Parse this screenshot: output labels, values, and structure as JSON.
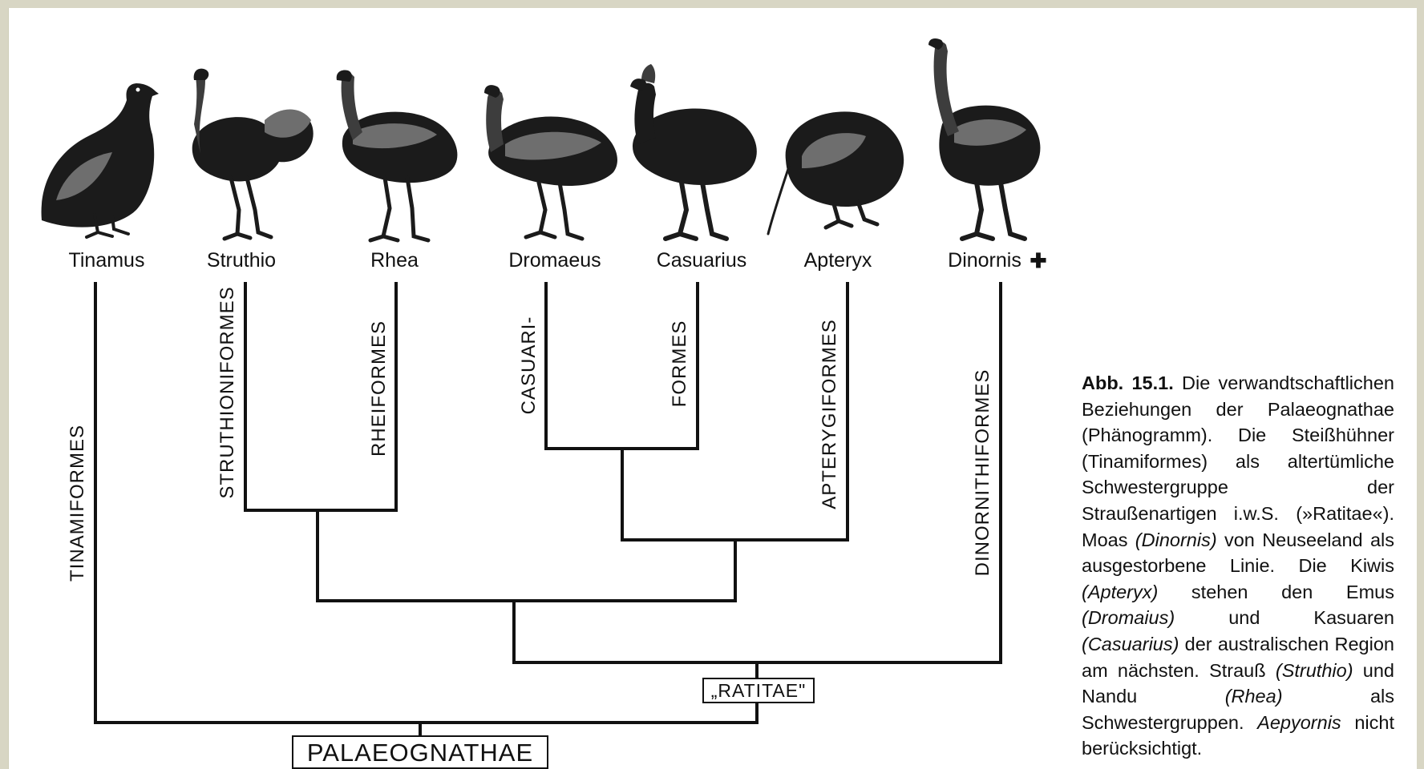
{
  "taxa": {
    "tinamus": "Tinamus",
    "struthio": "Struthio",
    "rhea": "Rhea",
    "dromaeus": "Dromaeus",
    "casuarius": "Casuarius",
    "apteryx": "Apteryx",
    "dinornis": "Dinornis",
    "extinct_mark": "✚"
  },
  "orders": {
    "tinamiformes": "TINAMIFORMES",
    "struthioniformes": "STRUTHIONIFORMES",
    "rheiformes": "RHEIFORMES",
    "casuari_part1": "CASUARI-",
    "casuari_part2": "FORMES",
    "apterygiformes": "APTERYGIFORMES",
    "dinornithiformes": "DINORNITHIFORMES"
  },
  "clades": {
    "ratitae": "„RATITAE\"",
    "palaeognathae": "PALAEOGNATHAE"
  },
  "caption": {
    "label": "Abb. 15.1.",
    "t1": " Die verwandtschaftlichen Beziehungen der Palaeognathae (Phänogramm). Die Steißhühner (Tinamiformes) als altertümliche Schwestergruppe der Straußenartigen i.w.S. (»Ratitae«). Moas ",
    "i1": "(Dinornis)",
    "t2": " von Neuseeland als ausgestorbene Linie. Die Kiwis ",
    "i2": "(Apteryx)",
    "t3": " stehen den Emus ",
    "i3": "(Dromaius)",
    "t4": " und Kasuaren ",
    "i4": "(Casuarius)",
    "t5": " der australischen Region am nächsten. Strauß ",
    "i5": "(Struthio)",
    "t6": " und Nandu ",
    "i6": "(Rhea)",
    "t7": " als Schwestergruppen. ",
    "i7": "Aepyornis",
    "t8": " nicht berücksichtigt."
  },
  "colors": {
    "background": "#d8d6c4",
    "paper": "#ffffff",
    "ink": "#111111"
  }
}
